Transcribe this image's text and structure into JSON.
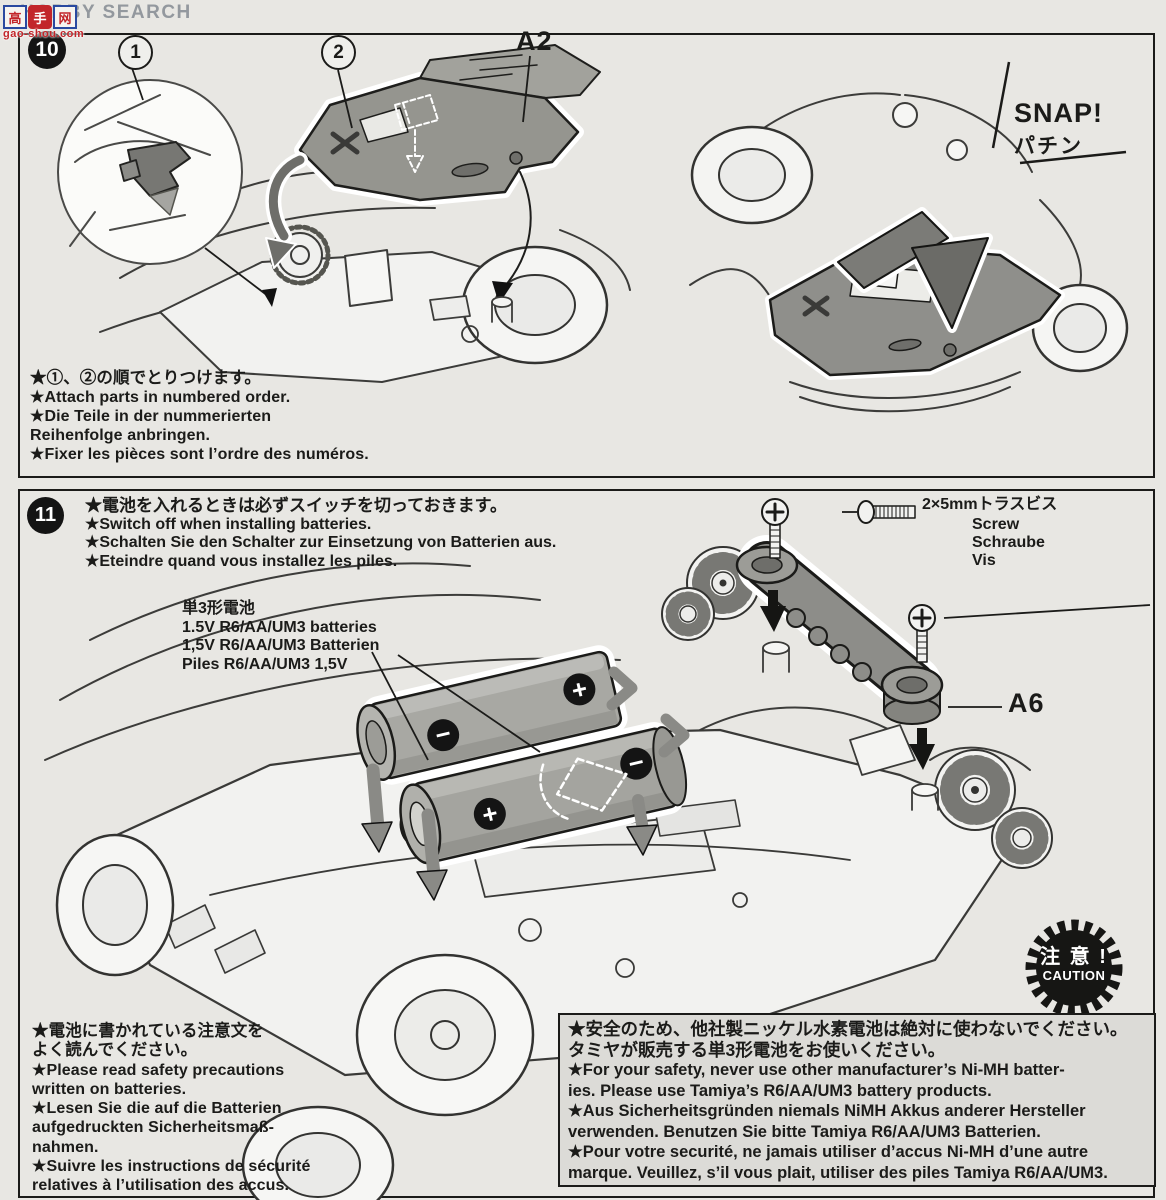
{
  "watermark": {
    "hobby_text": "HOBBY SEARCH",
    "logo_char_1": "高",
    "logo_char_2": "手",
    "logo_char_3": "网",
    "logo_url": "gao-shou.com"
  },
  "step10": {
    "number": "10",
    "callout_1": "1",
    "callout_2": "2",
    "part_label": "A2",
    "snap_en": "SNAP!",
    "snap_jp": "パチン",
    "notes": [
      "★①、②の順でとりつけます。",
      "★Attach parts in numbered order.",
      "★Die Teile in der nummerierten",
      "Reihenfolge anbringen.",
      "★Fixer les pièces sont l’ordre des numéros."
    ]
  },
  "step11": {
    "number": "11",
    "header": [
      "★電池を入れるときは必ずスイッチを切っておきます。",
      "★Switch off when installing batteries.",
      "★Schalten Sie den Schalter zur Einsetzung von Batterien aus.",
      "★Eteindre quand vous installez les piles."
    ],
    "screw_size_label": "2×5mmトラスビス",
    "screw_names": [
      "Screw",
      "Schraube",
      "Vis"
    ],
    "battery_label": [
      "単3形電池",
      "1.5V R6/AA/UM3 batteries",
      "1,5V R6/AA/UM3 Batterien",
      "Piles R6/AA/UM3 1,5V"
    ],
    "part_label": "A6",
    "battery_plus": "+",
    "battery_minus": "−",
    "caution_jp": "注 意 !",
    "caution_en": "CAUTION",
    "battery_notes": [
      "★電池に書かれている注意文を",
      "よく読んでください。",
      "★Please read safety precautions",
      "written on batteries.",
      "★Lesen Sie die auf die Batterien",
      "aufgedruckten Sicherheitsmaß-",
      "nahmen.",
      "★Suivre les instructions de sécurité",
      "relatives à l’utilisation des accus."
    ],
    "warning_lines": [
      "★安全のため、他社製ニッケル水素電池は絶対に使わないでください。",
      "タミヤが販売する単3形電池をお使いください。",
      "★For your safety, never use other manufacturer’s Ni-MH batter-",
      "ies. Please use Tamiya’s R6/AA/UM3 battery products.",
      "★Aus Sicherheitsgründen niemals NiMH Akkus anderer Hersteller",
      "verwenden. Benutzen Sie bitte Tamiya R6/AA/UM3 Batterien.",
      "★Pour votre securité, ne jamais utiliser d’accus Ni-MH d’une autre",
      "marque. Veuillez, s’il vous plait, utiliser des piles Tamiya R6/AA/UM3."
    ]
  },
  "colors": {
    "paper": "#e8e7e3",
    "ink": "#1b1b19",
    "part_gray": "#8f8f8b",
    "battery_gray": "#a8a8a3",
    "arrow_gray": "#80807c",
    "warning_bg": "#dcdbd7"
  }
}
